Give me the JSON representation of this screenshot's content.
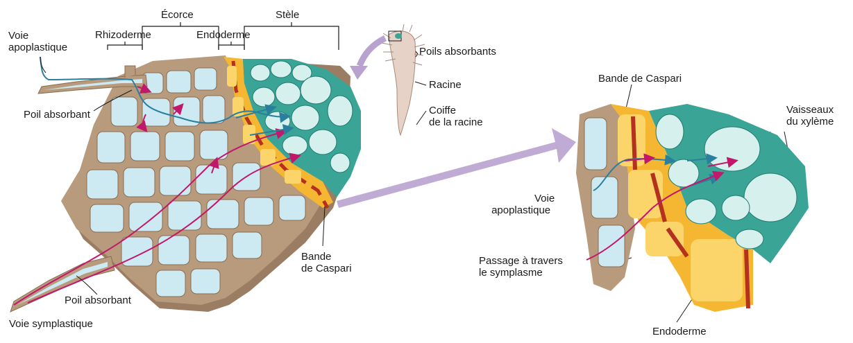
{
  "labels": {
    "voie_apoplastique_left_1": "Voie",
    "voie_apoplastique_left_2": "apoplastique",
    "rhizoderme": "Rhizoderme",
    "ecorce": "Écorce",
    "endoderme_top": "Endoderme",
    "stele": "Stèle",
    "poil_absorbant_top": "Poil absorbant",
    "poil_absorbant_bottom": "Poil absorbant",
    "voie_symplastique": "Voie symplastique",
    "bande_caspari_left_1": "Bande",
    "bande_caspari_left_2": "de Caspari",
    "poils_absorbants": "Poils absorbants",
    "racine": "Racine",
    "coiffe_1": "Coiffe",
    "coiffe_2": "de la racine",
    "bande_caspari_right": "Bande de Caspari",
    "vaisseaux_1": "Vaisseaux",
    "vaisseaux_2": "du xylème",
    "voie_apoplastique_right_1": "Voie",
    "voie_apoplastique_right_2": "apoplastique",
    "passage_1": "Passage à travers",
    "passage_2": "le symplasme",
    "endoderme_bottom": "Endoderme"
  },
  "colors": {
    "cortex_wall": "#b89a7c",
    "cortex_lumen": "#cde9f2",
    "endoderm": "#f5b731",
    "casparian_strip": "#b5311f",
    "stele_wall": "#3aa596",
    "stele_lumen": "#d6f0ee",
    "symplastic_path": "#c2186b",
    "apoplastic_path": "#2a7f9e",
    "big_arrow": "#b9a2d0"
  }
}
